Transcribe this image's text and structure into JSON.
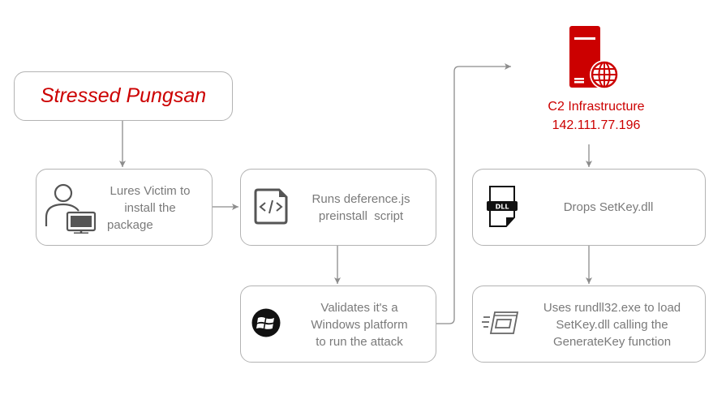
{
  "title": "Stressed Pungsan",
  "colors": {
    "accent": "#cc0000",
    "text": "#7a7a7a",
    "border": "#b3b3b3",
    "connector": "#8c8c8c"
  },
  "steps": [
    {
      "id": "lure",
      "icon": "user-computer-icon",
      "lines": [
        "Lures Victim to",
        "install the",
        "package"
      ]
    },
    {
      "id": "preinstall",
      "icon": "code-file-icon",
      "lines": [
        "Runs deference.js",
        "preinstall  script"
      ]
    },
    {
      "id": "validate",
      "icon": "windows-logo-icon",
      "lines": [
        "Validates it's a",
        "Windows platform",
        "to run the attack"
      ]
    },
    {
      "id": "drop",
      "icon": "dll-file-icon",
      "lines": [
        "Drops SetKey.dll"
      ]
    },
    {
      "id": "execute",
      "icon": "run-window-icon",
      "lines": [
        "Uses rundll32.exe to load",
        "SetKey.dll calling the",
        "GenerateKey function"
      ]
    }
  ],
  "c2": {
    "icon": "server-globe-icon",
    "label": "C2 Infrastructure",
    "ip": "142.111.77.196"
  }
}
